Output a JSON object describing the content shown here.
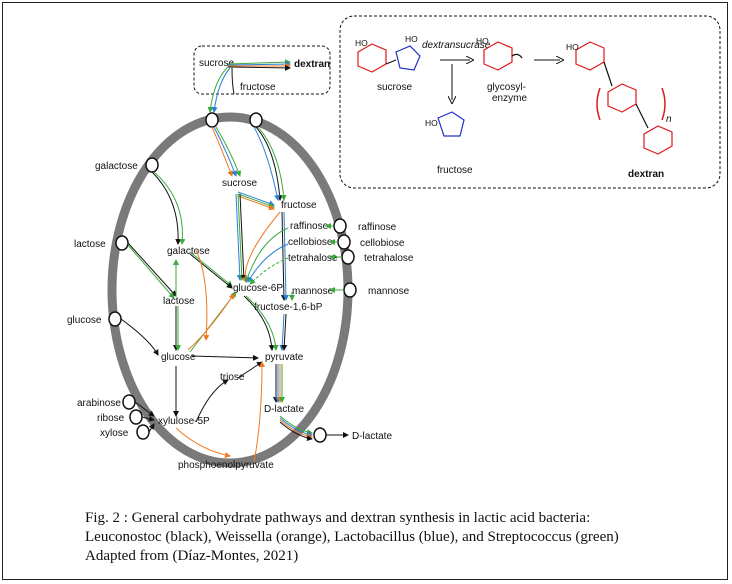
{
  "diagram": {
    "top_box": {
      "input": "sucrose",
      "output": "dextran",
      "byproduct": "fructose"
    },
    "inset": {
      "enzyme": "dextransucrase",
      "substrate": "sucrose",
      "intermediate_line1": "glycosyl-",
      "intermediate_line2": "enzyme",
      "product_side": "fructose",
      "product": "dextran",
      "repeat": "n"
    },
    "outside_left": [
      "galactose",
      "lactose",
      "glucose",
      "arabinose",
      "ribose",
      "xylose"
    ],
    "outside_right": [
      "raffinose",
      "cellobiose",
      "tetrahalose",
      "mannose"
    ],
    "inside": {
      "sucrose": "sucrose",
      "fructose": "fructose",
      "galactose": "galactose",
      "lactose": "lactose",
      "glucose": "glucose",
      "glucose6p": "glucose-6P",
      "fructose16bp": "fructose-1,6-bP",
      "pyruvate": "pyruvate",
      "triose": "triose",
      "xylulose5p": "xylulose-5P",
      "dlactate": "D-lactate",
      "pep": "phosphoenolpyruvate",
      "raffinose": "raffinose",
      "cellobiose": "cellobiose",
      "tetrahalose": "tetrahalose",
      "mannose": "mannose"
    },
    "exit": "D-lactate",
    "colors": {
      "Leuconostoc": "#111111",
      "Weissella": "#f07820",
      "Lactobacillus": "#2a7fd4",
      "Streptococcus": "#3aa83a",
      "membrane": "#7a7a7a",
      "sugar_red": "#e01818",
      "sugar_blue": "#2030c8"
    }
  },
  "caption": {
    "line1": "Fig. 2 : General carbohydrate pathways and dextran synthesis in lactic acid bacteria:",
    "line2": "Leuconostoc (black), Weissella (orange), Lactobacillus (blue), and Streptococcus (green)",
    "line3": "Adapted from (Díaz-Montes, 2021)"
  }
}
